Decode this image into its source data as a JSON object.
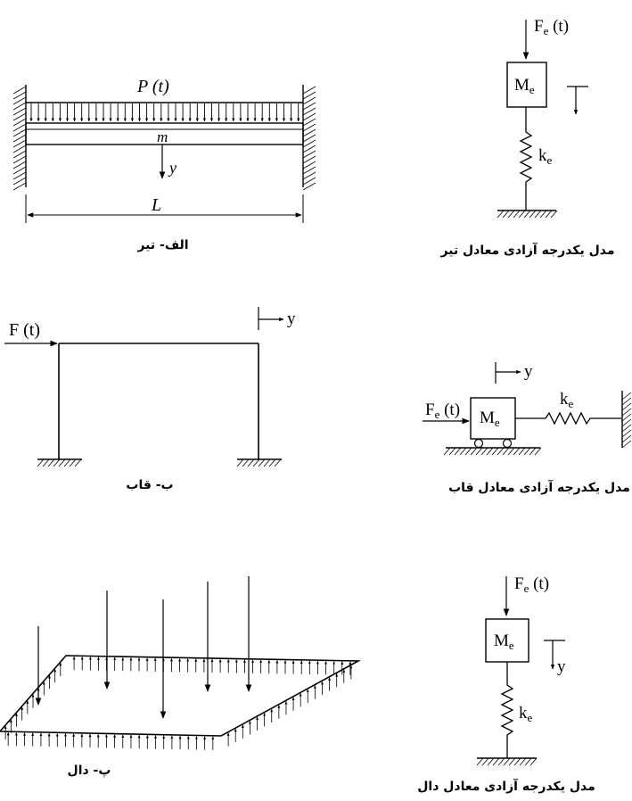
{
  "beam": {
    "load_label": "P (t)",
    "mass_label": "m",
    "disp_label": "y",
    "length_label": "L",
    "caption": "الف- تیر"
  },
  "beam_model": {
    "force_label": "F",
    "force_sub": "e",
    "force_arg": " (t)",
    "mass_label": "M",
    "mass_sub": "e",
    "spring_label": "k",
    "spring_sub": "e",
    "caption": "مدل یکدرجه آزادی معادل تیر"
  },
  "frame": {
    "force_label": "F (t)",
    "disp_label": "y",
    "caption": "ب- قاب"
  },
  "frame_model": {
    "force_label": "F",
    "force_sub": "e",
    "force_arg": " (t)",
    "mass_label": "M",
    "mass_sub": "e",
    "spring_label": "k",
    "spring_sub": "e",
    "disp_label": "y",
    "caption": "مدل یکدرجه آزادی معادل قاب"
  },
  "slab": {
    "caption": "پ- دال"
  },
  "slab_model": {
    "force_label": "F",
    "force_sub": "e",
    "force_arg": " (t)",
    "mass_label": "M",
    "mass_sub": "e",
    "spring_label": "k",
    "spring_sub": "e",
    "disp_label": "y",
    "caption": "مدل یکدرجه آزادی معادل دال"
  }
}
